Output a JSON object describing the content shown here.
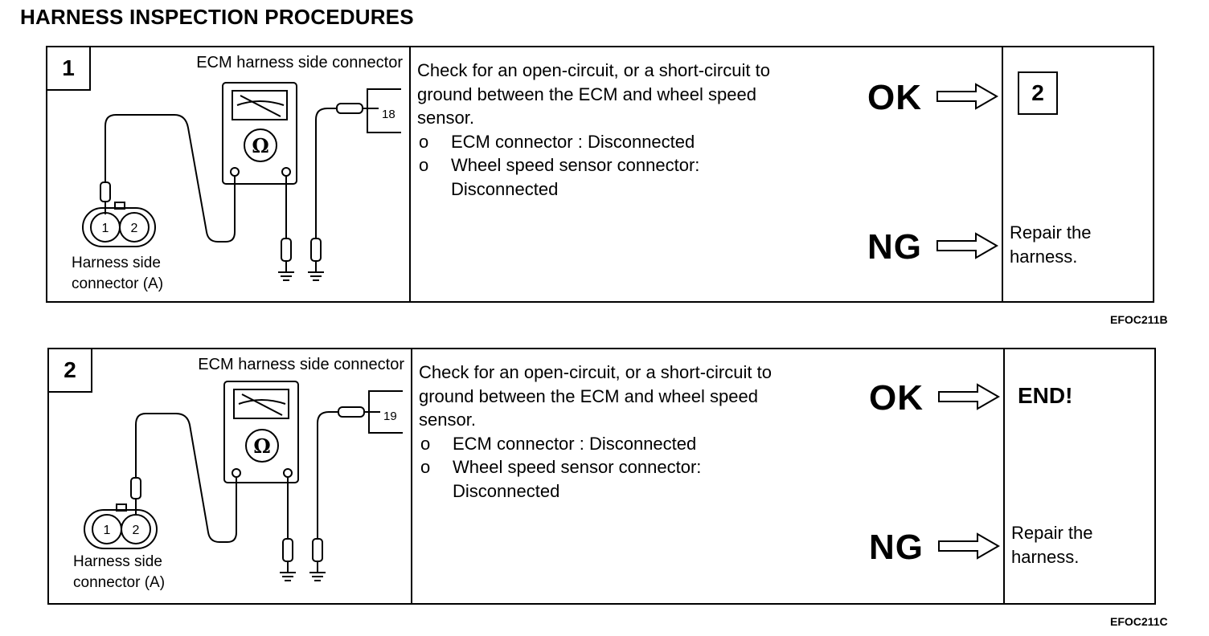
{
  "title": "HARNESS INSPECTION PROCEDURES",
  "procedures": [
    {
      "step": "1",
      "ecm_label": "ECM harness side connector",
      "pin": "18",
      "harness_label": [
        "Harness side",
        "connector (A)"
      ],
      "connector_pins": [
        "1",
        "2"
      ],
      "ohm_symbol": "Ω",
      "description": [
        "Check for an open-circuit, or a short-circuit to",
        "ground between the ECM and wheel speed",
        "sensor."
      ],
      "bullets": [
        {
          "mark": "o",
          "lines": [
            "ECM connector : Disconnected"
          ]
        },
        {
          "mark": "o",
          "lines": [
            "Wheel speed sensor connector:",
            "Disconnected"
          ]
        }
      ],
      "ok": "OK",
      "ng": "NG",
      "ok_result": "2",
      "ng_result": [
        "Repair the",
        "harness."
      ],
      "figure_code": "EFOC211B"
    },
    {
      "step": "2",
      "ecm_label": "ECM harness side connector",
      "pin": "19",
      "harness_label": [
        "Harness side",
        "connector (A)"
      ],
      "connector_pins": [
        "1",
        "2"
      ],
      "ohm_symbol": "Ω",
      "description": [
        "Check for an open-circuit, or a short-circuit to",
        "ground between the ECM and wheel speed",
        "sensor."
      ],
      "bullets": [
        {
          "mark": "o",
          "lines": [
            "ECM connector : Disconnected"
          ]
        },
        {
          "mark": "o",
          "lines": [
            "Wheel speed sensor connector:",
            "Disconnected"
          ]
        }
      ],
      "ok": "OK",
      "ng": "NG",
      "ok_result": "END!",
      "ng_result": [
        "Repair the",
        "harness."
      ],
      "figure_code": "EFOC211C"
    }
  ]
}
